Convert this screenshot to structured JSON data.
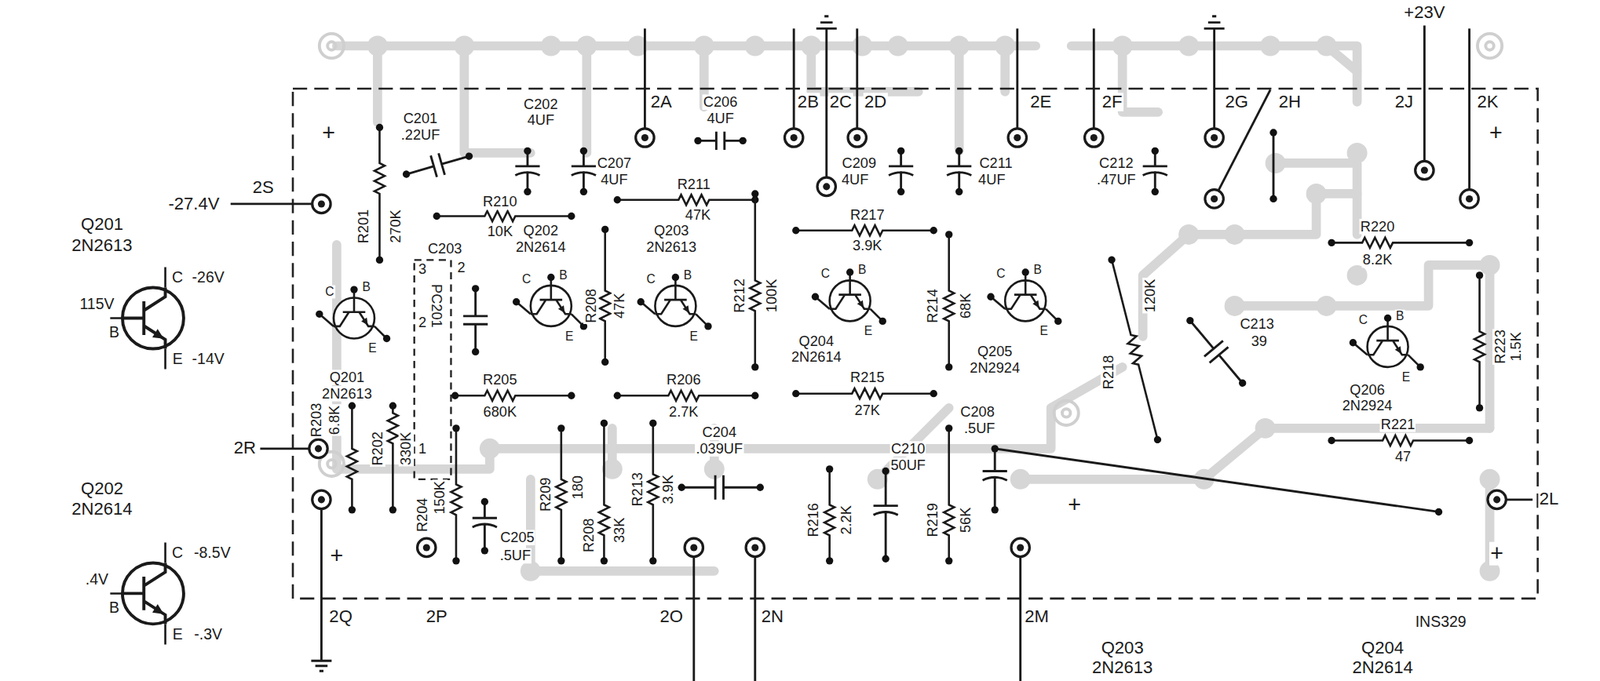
{
  "diagram": {
    "labels": [
      "2A",
      "2B",
      "2C",
      "2D",
      "2E",
      "2F",
      "2G",
      "2H",
      "+23V",
      "2J",
      "2K",
      "C201",
      ".22UF",
      "C202",
      "4UF",
      "C206",
      "4UF",
      "C207",
      "4UF",
      "C209",
      "4UF",
      "C211",
      "4UF",
      "C212",
      ".47UF",
      "+",
      "+",
      "-27.4V",
      "2S",
      "R201",
      "270K",
      "R210",
      "10K",
      "R211",
      "47K",
      "R217",
      "3.9K",
      "R220",
      "8.2K",
      "Q201",
      "2N2613",
      "115V",
      "B",
      "C",
      "-26V",
      "E",
      "-14V",
      "C203",
      "2",
      "3",
      "PC201",
      "2",
      "1",
      "Q202",
      "2N2614",
      "Q203",
      "2N2613",
      "R208",
      "47K",
      "R212",
      "100K",
      "R214",
      "68K",
      "R218",
      "120K",
      "C213",
      "39",
      "R223",
      "1.5K",
      "C",
      "B",
      "E",
      "Q201",
      "2N2613",
      "C",
      "B",
      "E",
      "C",
      "B",
      "E",
      "Q204",
      "2N2614",
      "C",
      "B",
      "E",
      "Q205",
      "2N2924",
      "C",
      "B",
      "E",
      "Q206",
      "2N2924",
      "C",
      "B",
      "E",
      "R205",
      "680K",
      "R206",
      "2.7K",
      "R215",
      "27K",
      "C208",
      ".5UF",
      "R221",
      "47",
      "2R",
      "R203",
      "6.8K",
      "R202",
      "330K",
      "Q202",
      "2N2614",
      ".4V",
      "B",
      "C",
      "-8.5V",
      "E",
      "-.3V",
      "C204",
      ".039UF",
      "C210",
      "50UF",
      "R209",
      "180",
      "R208",
      "33K",
      "R213",
      "3.9K",
      "R216",
      "2.2K",
      "R219",
      "56K",
      "R204",
      "150K",
      "C205",
      ".5UF",
      "2L",
      "+",
      "+",
      "+",
      "2Q",
      "2P",
      "2O",
      "2N",
      "2M",
      "INS329",
      "Q203",
      "2N2613",
      "Q204",
      "2N2614"
    ]
  }
}
